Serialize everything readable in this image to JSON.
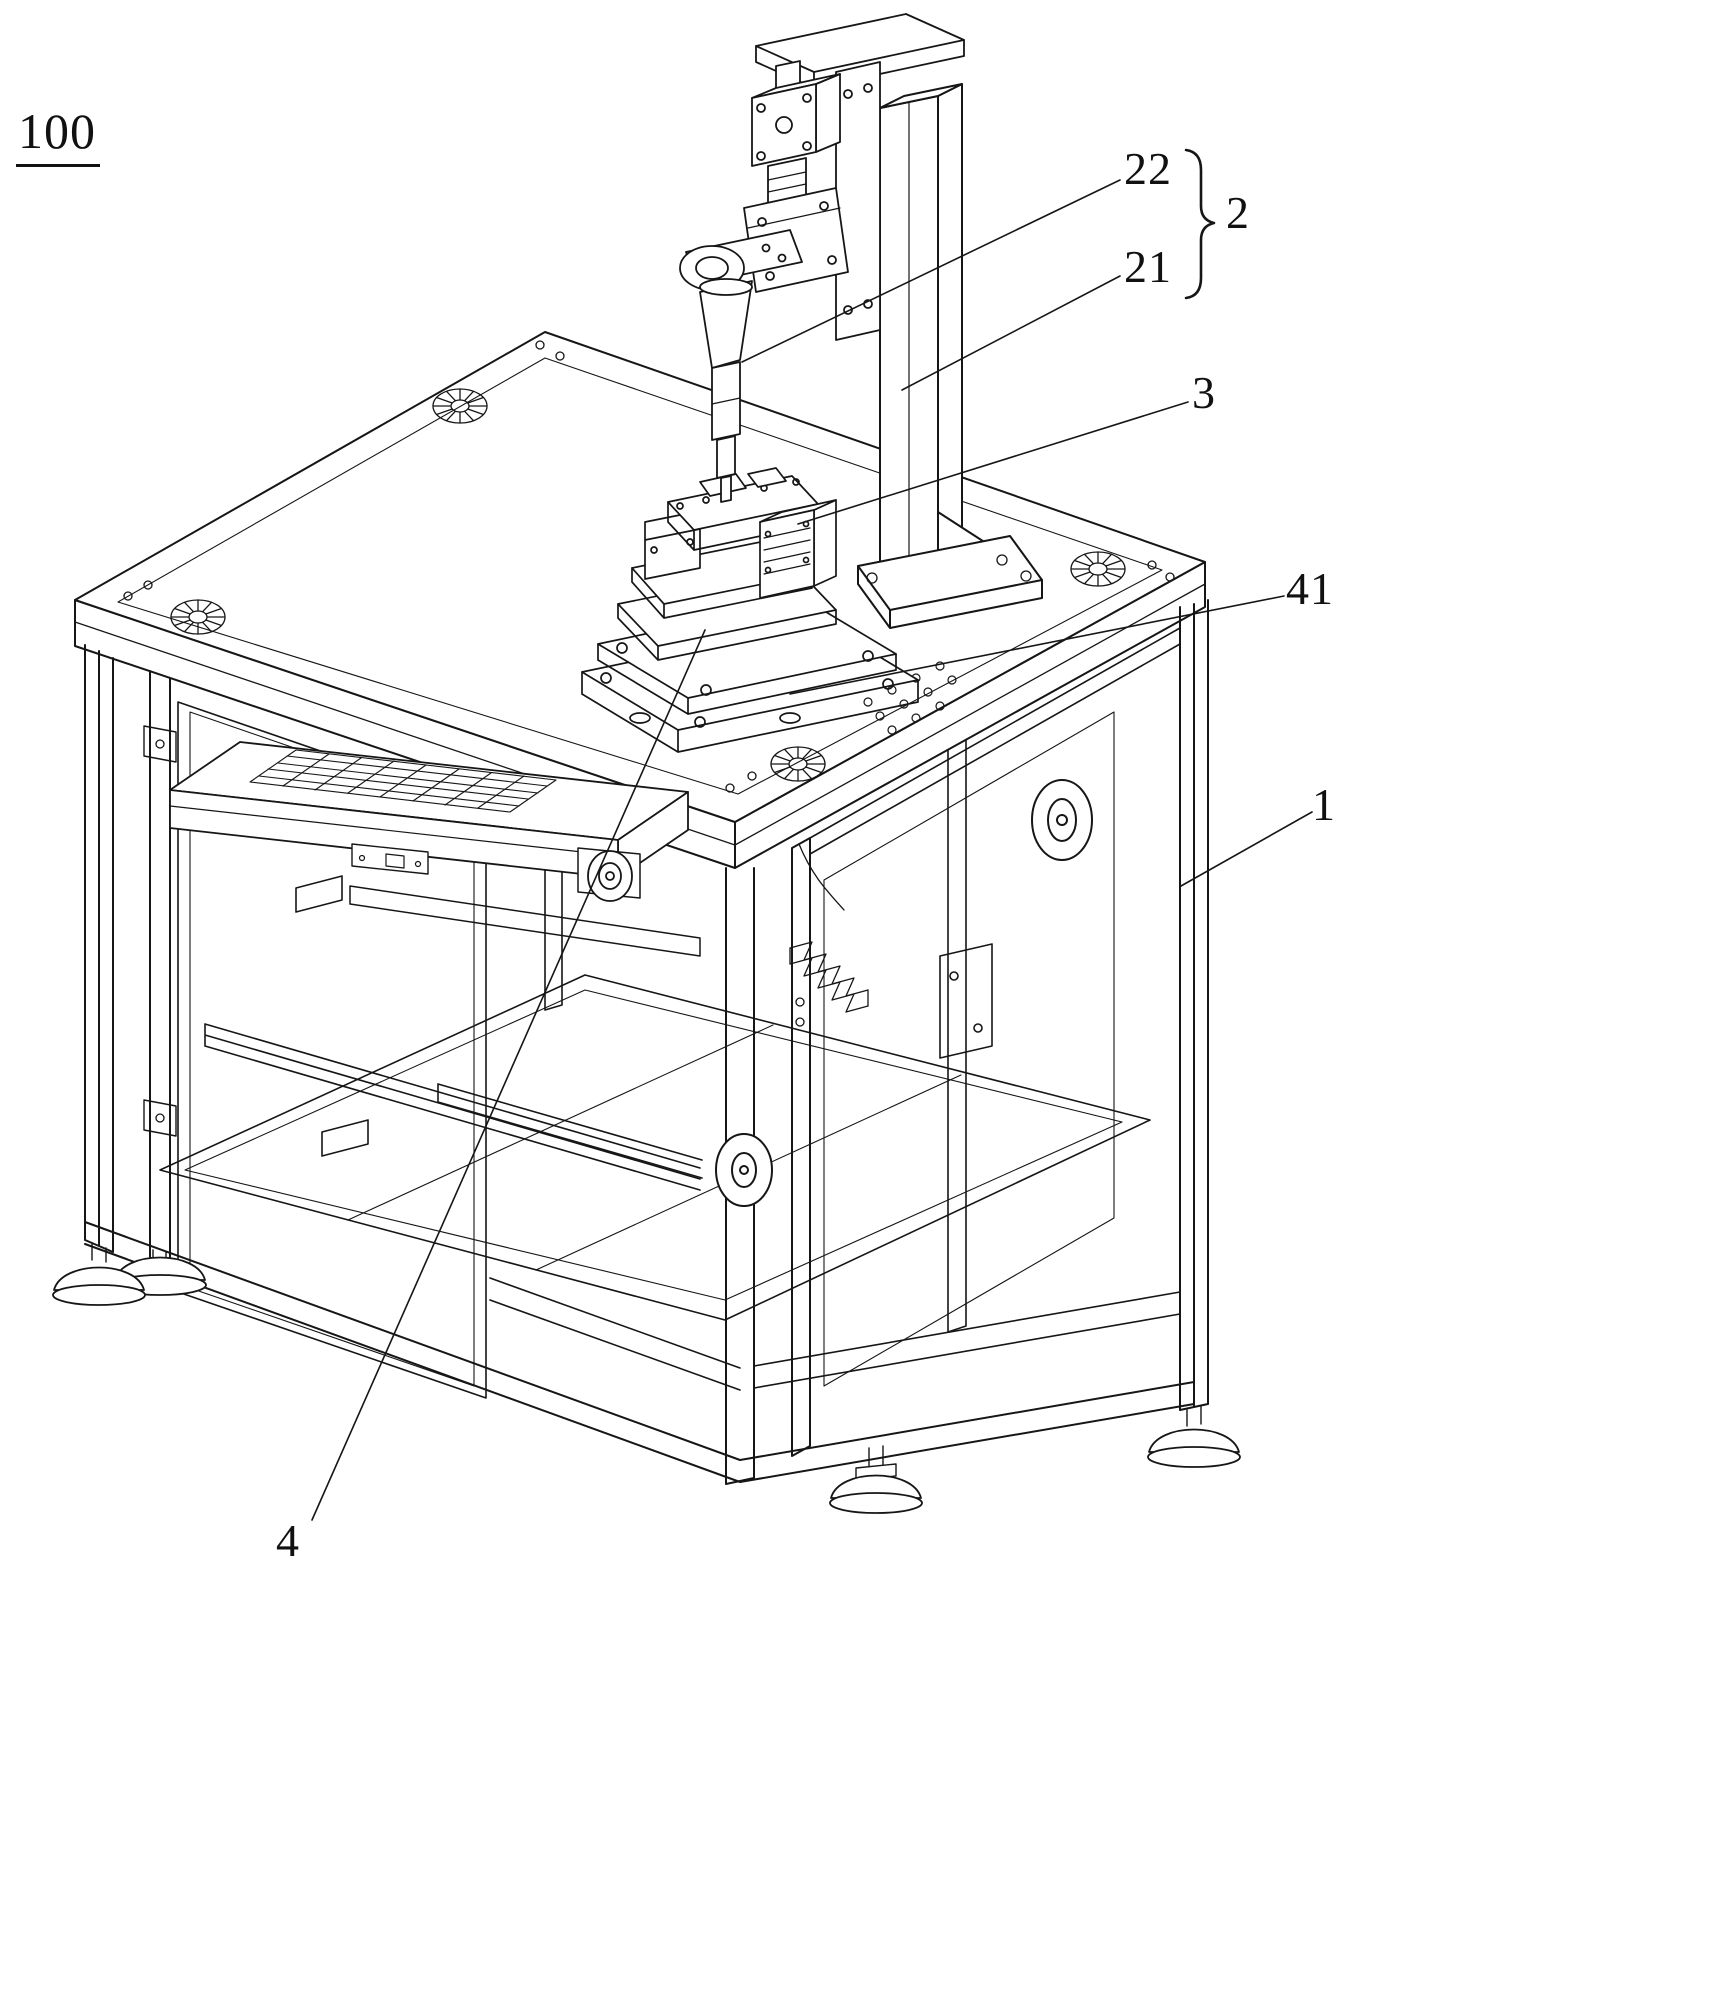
{
  "figure": {
    "background": "#ffffff",
    "ink": "#161616",
    "labels": {
      "ref100": "100",
      "ref22": "22",
      "ref21": "21",
      "ref2": "2",
      "ref3": "3",
      "ref41": "41",
      "ref1": "1",
      "ref4": "4"
    }
  }
}
